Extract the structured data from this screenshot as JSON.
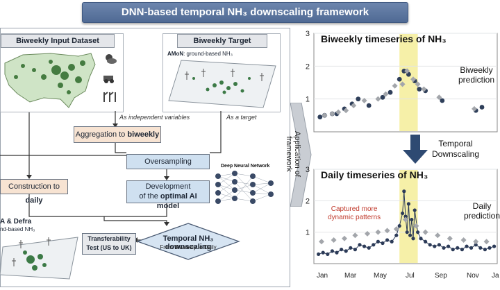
{
  "banner": {
    "title": "DNN-based temporal NH₃ downscaling framework"
  },
  "left": {
    "input_title": "Biweekly Input Dataset",
    "target_title": "Biweekly Target",
    "amon_label": "AMoN",
    "amon_desc": ": ground-based NH₃",
    "as_independent": "As independent variables",
    "as_target": "As a target",
    "aggregation_prefix": "Aggregation to ",
    "aggregation_bold": "biweekly",
    "oversampling": "Oversampling",
    "construction_prefix": "Construction to ",
    "construction_bold": "daily",
    "development_line1": "Development",
    "development_line2_prefix": "of the ",
    "development_line2_bold": "optimal AI model",
    "dnn_label": "Deep Neural Network",
    "uk_line1": "A & Defra",
    "uk_line2": "nd-based NH₃",
    "transfer_line1": "Transferability",
    "transfer_line2": "Test (US to UK)",
    "downscale_title": "Temporal NH₃ downscaling",
    "downscale_sub": "From Biweekly to Daily"
  },
  "middle": {
    "app_line1": "Application of",
    "app_line2": "framework"
  },
  "right": {
    "top_title": "Biweekly timeseries of NH₃",
    "bottom_title": "Daily timeseries of NH₃",
    "biweekly_note_1": "Biweekly",
    "biweekly_note_2": "prediction",
    "temporal_1": "Temporal",
    "temporal_2": "Downscaling",
    "captured_1": "Captured more",
    "captured_2": "dynamic patterns",
    "daily_note_1": "Daily",
    "daily_note_2": "prediction",
    "months": [
      "Jan",
      "Mar",
      "May",
      "Jul",
      "Sep",
      "Nov",
      "Ja"
    ]
  },
  "chart_data": [
    {
      "type": "scatter",
      "title": "Biweekly timeseries of NH₃",
      "xlabel": "",
      "ylabel": "",
      "ylim": [
        0,
        3
      ],
      "yticks": [
        1,
        2,
        3
      ],
      "xlim": [
        0,
        12
      ],
      "highlight_x": [
        5.6,
        6.8
      ],
      "highlight_color": "#f6f0a8",
      "series": [
        {
          "name": "",
          "color": "#2f3f5a",
          "x": [
            0.4,
            0.7,
            1.2,
            1.5,
            2.0,
            2.5,
            2.9,
            3.6,
            4.5,
            5.0,
            5.6,
            5.9,
            6.2,
            6.6,
            6.9,
            7.3,
            8.4,
            10.6,
            11.0
          ],
          "y": [
            0.45,
            0.5,
            0.55,
            0.55,
            0.7,
            0.85,
            1.0,
            0.8,
            1.05,
            1.2,
            1.6,
            1.85,
            1.75,
            1.55,
            1.3,
            1.25,
            0.95,
            0.65,
            0.75
          ]
        },
        {
          "name": "",
          "color": "#a3a6ab",
          "x": [
            0.7,
            1.2,
            1.6,
            2.1,
            2.6,
            3.3,
            4.2,
            4.7,
            5.3,
            5.8,
            6.1,
            6.5,
            6.8,
            7.2,
            8.2,
            10.5
          ],
          "y": [
            0.5,
            0.55,
            0.6,
            0.65,
            0.8,
            0.95,
            1.0,
            1.15,
            1.4,
            1.45,
            1.85,
            1.6,
            1.45,
            1.3,
            1.05,
            0.7
          ]
        }
      ]
    },
    {
      "type": "line",
      "title": "Daily timeseries of NH₃",
      "xlabel": "",
      "ylabel": "",
      "ylim": [
        0,
        3
      ],
      "yticks": [
        1,
        2,
        3
      ],
      "xlim": [
        0,
        12
      ],
      "highlight_x": [
        5.6,
        6.8
      ],
      "highlight_color": "#f6f0a8",
      "series": [
        {
          "name": "",
          "color": "#2c3b58",
          "x": [
            0.3,
            0.6,
            0.9,
            1.2,
            1.5,
            1.8,
            2.1,
            2.4,
            2.7,
            3.0,
            3.3,
            3.6,
            3.9,
            4.2,
            4.5,
            4.8,
            5.1,
            5.4,
            5.6,
            5.8,
            5.9,
            6.0,
            6.1,
            6.2,
            6.3,
            6.4,
            6.5,
            6.6,
            6.8,
            7.0,
            7.3,
            7.6,
            7.9,
            8.2,
            8.5,
            8.8,
            9.1,
            9.4,
            9.7,
            10.0,
            10.3,
            10.6,
            10.9,
            11.2,
            11.5,
            11.8
          ],
          "y": [
            0.3,
            0.35,
            0.3,
            0.4,
            0.35,
            0.45,
            0.4,
            0.5,
            0.45,
            0.6,
            0.55,
            0.5,
            0.6,
            0.7,
            0.65,
            0.75,
            0.7,
            0.9,
            1.2,
            1.6,
            2.3,
            1.5,
            1.0,
            1.9,
            0.9,
            1.4,
            0.8,
            1.7,
            1.0,
            0.8,
            0.7,
            0.6,
            0.55,
            0.6,
            0.5,
            0.55,
            0.45,
            0.5,
            0.45,
            0.55,
            0.5,
            0.6,
            0.5,
            0.45,
            0.5,
            0.55
          ]
        },
        {
          "name": "",
          "color": "#a3a6ab",
          "x": [
            0.5,
            1.3,
            2.0,
            2.7,
            3.5,
            4.2,
            4.8,
            5.4,
            6.0,
            6.7,
            7.3,
            8.1,
            8.9,
            9.8,
            10.6,
            11.3
          ],
          "y": [
            0.7,
            0.75,
            0.8,
            0.9,
            0.95,
            1.0,
            1.05,
            1.1,
            1.4,
            1.2,
            1.0,
            0.9,
            0.8,
            0.75,
            0.7,
            0.7
          ]
        }
      ]
    }
  ]
}
